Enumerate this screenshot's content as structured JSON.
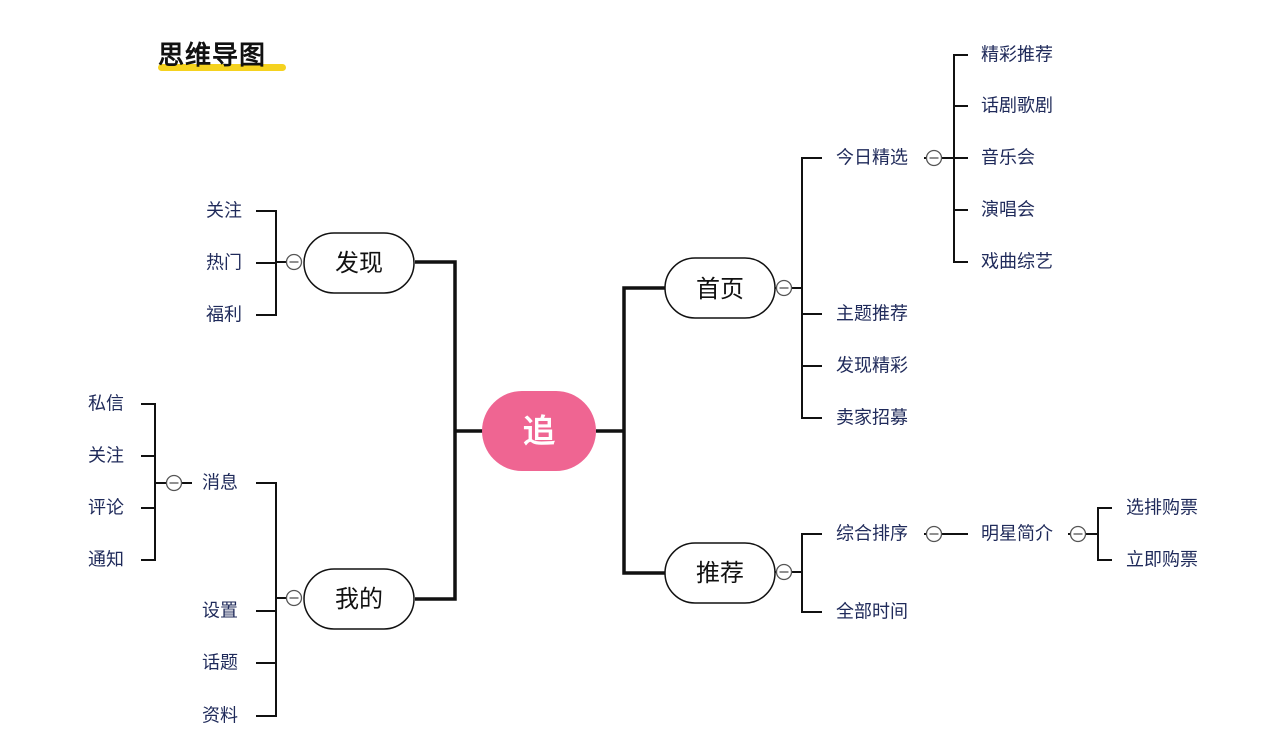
{
  "title": "思维导图",
  "colors": {
    "root_fill": "#ef6592",
    "root_text": "#ffffff",
    "line": "#111111",
    "node_border": "#111111",
    "leaf_text": "#1f2a5a",
    "node_text": "#111111",
    "title_underline": "#f5d21f"
  },
  "mindmap": {
    "root": "追",
    "branches": {
      "discover": {
        "label": "发现",
        "children": [
          "关注",
          "热门",
          "福利"
        ]
      },
      "mine": {
        "label": "我的",
        "children": {
          "message": {
            "label": "消息",
            "children": [
              "私信",
              "关注",
              "评论",
              "通知"
            ]
          },
          "others": [
            "设置",
            "话题",
            "资料"
          ]
        }
      },
      "home": {
        "label": "首页",
        "children": {
          "today": {
            "label": "今日精选",
            "children": [
              "精彩推荐",
              "话剧歌剧",
              "音乐会",
              "演唱会",
              "戏曲综艺"
            ]
          },
          "others": [
            "主题推荐",
            "发现精彩",
            "卖家招募"
          ]
        }
      },
      "recommend": {
        "label": "推荐",
        "children": {
          "sort": {
            "label": "综合排序",
            "star": {
              "label": "明星简介",
              "children": [
                "选排购票",
                "立即购票"
              ]
            }
          },
          "all_time": "全部时间"
        }
      }
    }
  }
}
